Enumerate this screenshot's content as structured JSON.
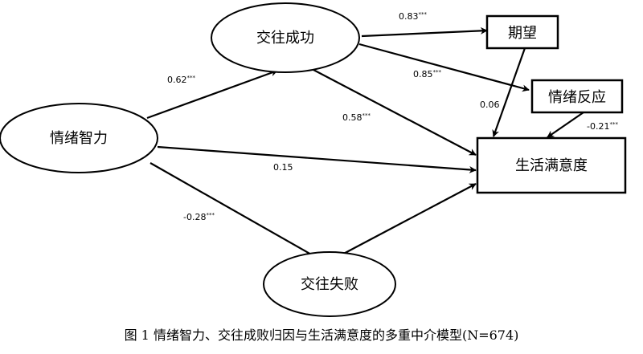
{
  "nodes": {
    "emotional_intelligence": "情绪智力",
    "success_attribution": "交往成功",
    "failure_attribution": "交往失败",
    "expectation": "期望",
    "emotional_response": "情绪反应",
    "life_satisfaction": "生活满意度"
  },
  "paths": {
    "ei_to_success": {
      "value": "0.62",
      "sig": "***"
    },
    "success_to_expectation": {
      "value": "0.83",
      "sig": "***"
    },
    "success_to_emotion": {
      "value": "0.85",
      "sig": "***"
    },
    "success_to_satisfaction": {
      "value": "0.58",
      "sig": "***"
    },
    "expectation_to_satisfaction": {
      "value": "0.06",
      "sig": ""
    },
    "emotion_to_satisfaction": {
      "value": "-0.21",
      "sig": "***"
    },
    "ei_to_satisfaction": {
      "value": "0.15",
      "sig": ""
    },
    "ei_to_failure": {
      "value": "-0.28",
      "sig": "***"
    }
  },
  "caption": "图 1 情绪智力、交往成败归因与生活满意度的多重中介模型(N=674)"
}
